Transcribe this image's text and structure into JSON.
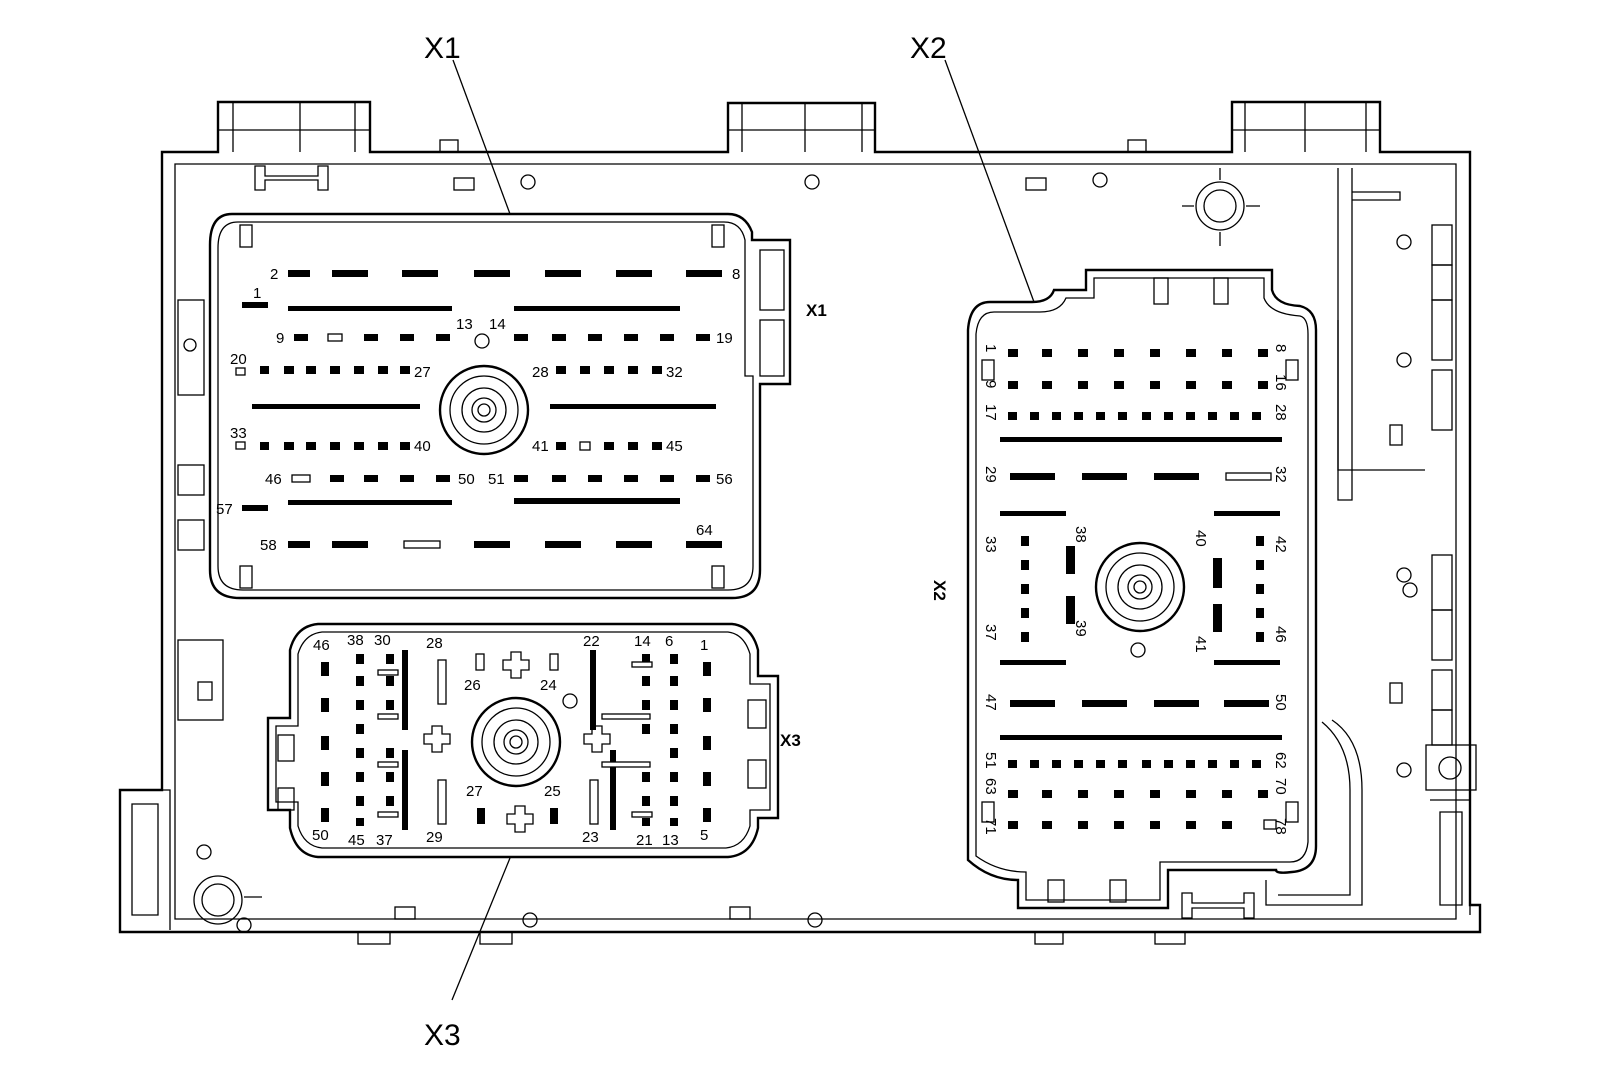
{
  "callouts": {
    "x1": "X1",
    "x2": "X2",
    "x3": "X3"
  },
  "connector_tags": {
    "x1": "X1",
    "x2": "X2",
    "x3": "X3"
  },
  "x1_pins": {
    "p1": "1",
    "p2": "2",
    "p8": "8",
    "p9": "9",
    "p13": "13",
    "p14": "14",
    "p19": "19",
    "p20": "20",
    "p27": "27",
    "p28": "28",
    "p32": "32",
    "p33": "33",
    "p40": "40",
    "p41": "41",
    "p45": "45",
    "p46": "46",
    "p50": "50",
    "p51": "51",
    "p56": "56",
    "p57": "57",
    "p58": "58",
    "p64": "64"
  },
  "x2_pins": {
    "p1": "1",
    "p8": "8",
    "p9": "9",
    "p16": "16",
    "p17": "17",
    "p28": "28",
    "p29": "29",
    "p32": "32",
    "p33": "33",
    "p38": "38",
    "p37": "37",
    "p39": "39",
    "p40": "40",
    "p41": "41",
    "p42": "42",
    "p46": "46",
    "p47": "47",
    "p50": "50",
    "p51": "51",
    "p62": "62",
    "p63": "63",
    "p70": "70",
    "p71": "71",
    "p78": "78"
  },
  "x3_pins": {
    "p46": "46",
    "p38": "38",
    "p30": "30",
    "p28": "28",
    "p22": "22",
    "p14": "14",
    "p6": "6",
    "p1": "1",
    "p26": "26",
    "p24": "24",
    "p27": "27",
    "p25": "25",
    "p50": "50",
    "p45": "45",
    "p37": "37",
    "p29": "29",
    "p23": "23",
    "p21": "21",
    "p13": "13",
    "p5": "5"
  }
}
